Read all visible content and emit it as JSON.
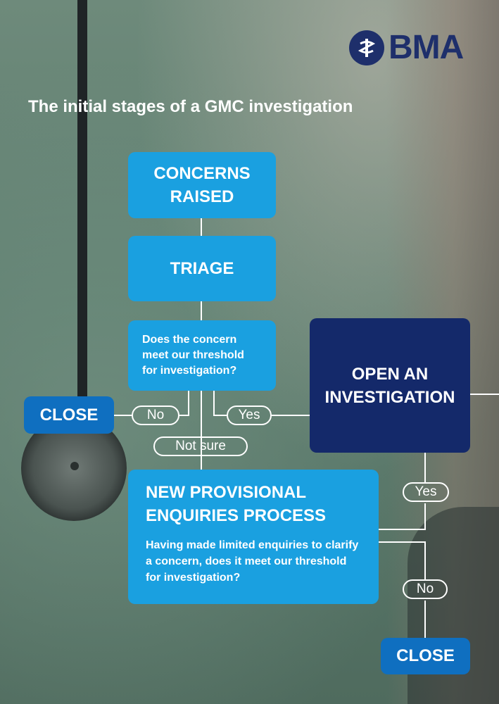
{
  "logo": {
    "text": "BMA",
    "icon": "bma-emblem-icon"
  },
  "title": "The initial stages of a GMC investigation",
  "boxes": {
    "concerns_raised": "CONCERNS RAISED",
    "triage": "TRIAGE",
    "threshold_question": "Does the concern meet our threshold for investigation?",
    "open_investigation": "OPEN AN INVESTIGATION",
    "close_left": "CLOSE",
    "provisional_title": "NEW PROVISIONAL ENQUIRIES PROCESS",
    "provisional_question": "Having made limited enquiries to clarify a concern, does it meet our threshold for investigation?",
    "close_bottom": "CLOSE"
  },
  "branches": {
    "no_left": "No",
    "yes_left": "Yes",
    "not_sure": "Not sure",
    "yes_right": "Yes",
    "no_right": "No"
  },
  "colors": {
    "box_light": "#1aa0e0",
    "box_dark": "#14296a",
    "close": "#0f6fc0",
    "brand": "#1e2f6b"
  }
}
